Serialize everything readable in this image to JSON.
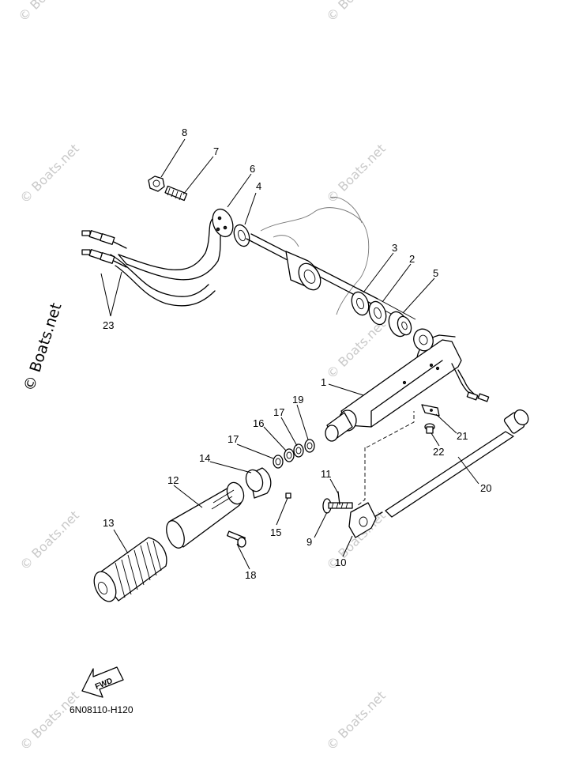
{
  "watermark": {
    "text": "© Boats.net",
    "main_text": "© Boats.net"
  },
  "diagram_code": "6N08110-H120",
  "fwd_arrow_label": "FWD",
  "callouts": [
    {
      "id": "1",
      "label": "1"
    },
    {
      "id": "2",
      "label": "2"
    },
    {
      "id": "3",
      "label": "3"
    },
    {
      "id": "4",
      "label": "4"
    },
    {
      "id": "5",
      "label": "5"
    },
    {
      "id": "6",
      "label": "6"
    },
    {
      "id": "7",
      "label": "7"
    },
    {
      "id": "8",
      "label": "8"
    },
    {
      "id": "9",
      "label": "9"
    },
    {
      "id": "10",
      "label": "10"
    },
    {
      "id": "11",
      "label": "11"
    },
    {
      "id": "12",
      "label": "12"
    },
    {
      "id": "13",
      "label": "13"
    },
    {
      "id": "14",
      "label": "14"
    },
    {
      "id": "15",
      "label": "15"
    },
    {
      "id": "16",
      "label": "16"
    },
    {
      "id": "17a",
      "label": "17"
    },
    {
      "id": "17b",
      "label": "17"
    },
    {
      "id": "18",
      "label": "18"
    },
    {
      "id": "19",
      "label": "19"
    },
    {
      "id": "20",
      "label": "20"
    },
    {
      "id": "21",
      "label": "21"
    },
    {
      "id": "22",
      "label": "22"
    },
    {
      "id": "23",
      "label": "23"
    }
  ]
}
